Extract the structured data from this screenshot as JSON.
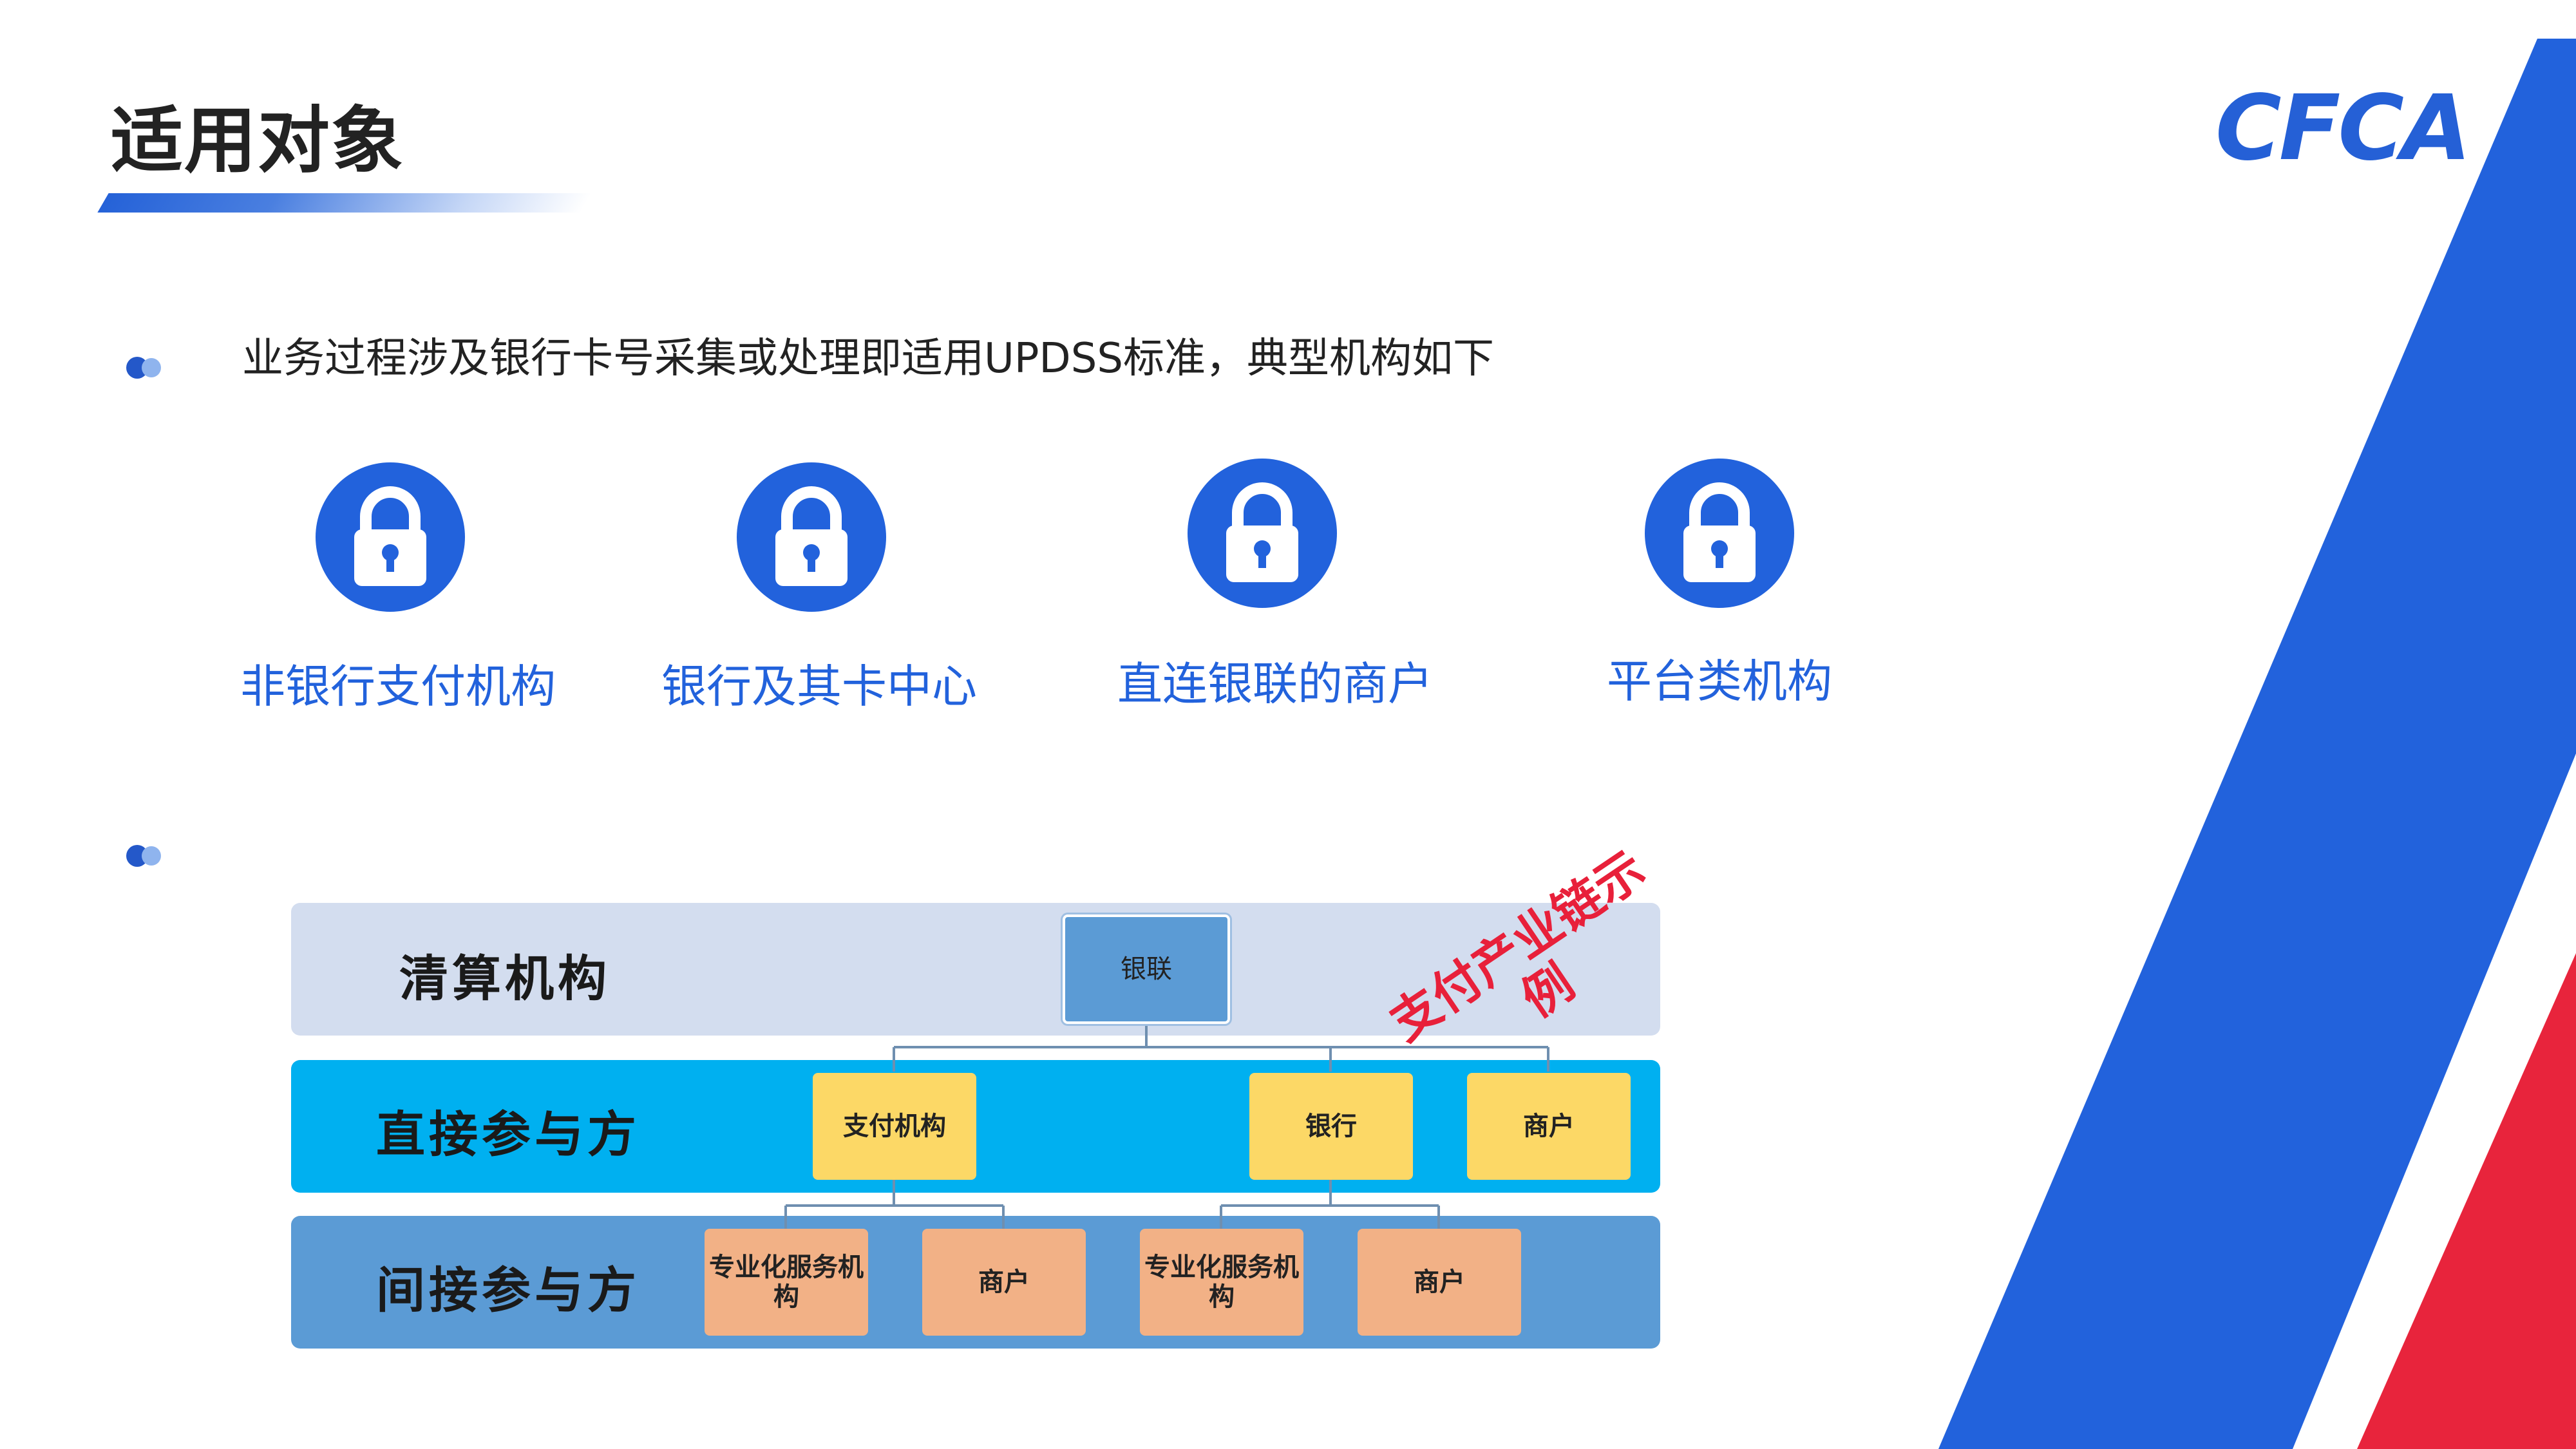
{
  "header": {
    "title": "适用对象",
    "logo_text": "CFCA"
  },
  "intro": {
    "text": "业务过程涉及银行卡号采集或处理即适用UPDSS标准，典型机构如下"
  },
  "institutions": [
    {
      "label": "非银行支付机构",
      "icon": "lock-icon"
    },
    {
      "label": "银行及其卡中心",
      "icon": "lock-icon"
    },
    {
      "label": "直连银联的商户",
      "icon": "lock-icon"
    },
    {
      "label": "平台类机构",
      "icon": "lock-icon"
    }
  ],
  "diagram": {
    "tiers": [
      {
        "label": "清算机构",
        "color": "#d3ddef",
        "boxes": [
          "银联"
        ]
      },
      {
        "label": "直接参与方",
        "color": "#00b0f0",
        "boxes": [
          "支付机构",
          "银行",
          "商户"
        ]
      },
      {
        "label": "间接参与方",
        "color": "#5b9bd5",
        "boxes": [
          "专业化服务机构",
          "商户",
          "专业化服务机构",
          "商户"
        ]
      }
    ],
    "stamp": "支付产业链示例"
  },
  "colors": {
    "brand_blue": "#2262dc",
    "accent_red": "#e8203a",
    "box_yellow": "#fcd866",
    "box_orange": "#f2b186"
  }
}
